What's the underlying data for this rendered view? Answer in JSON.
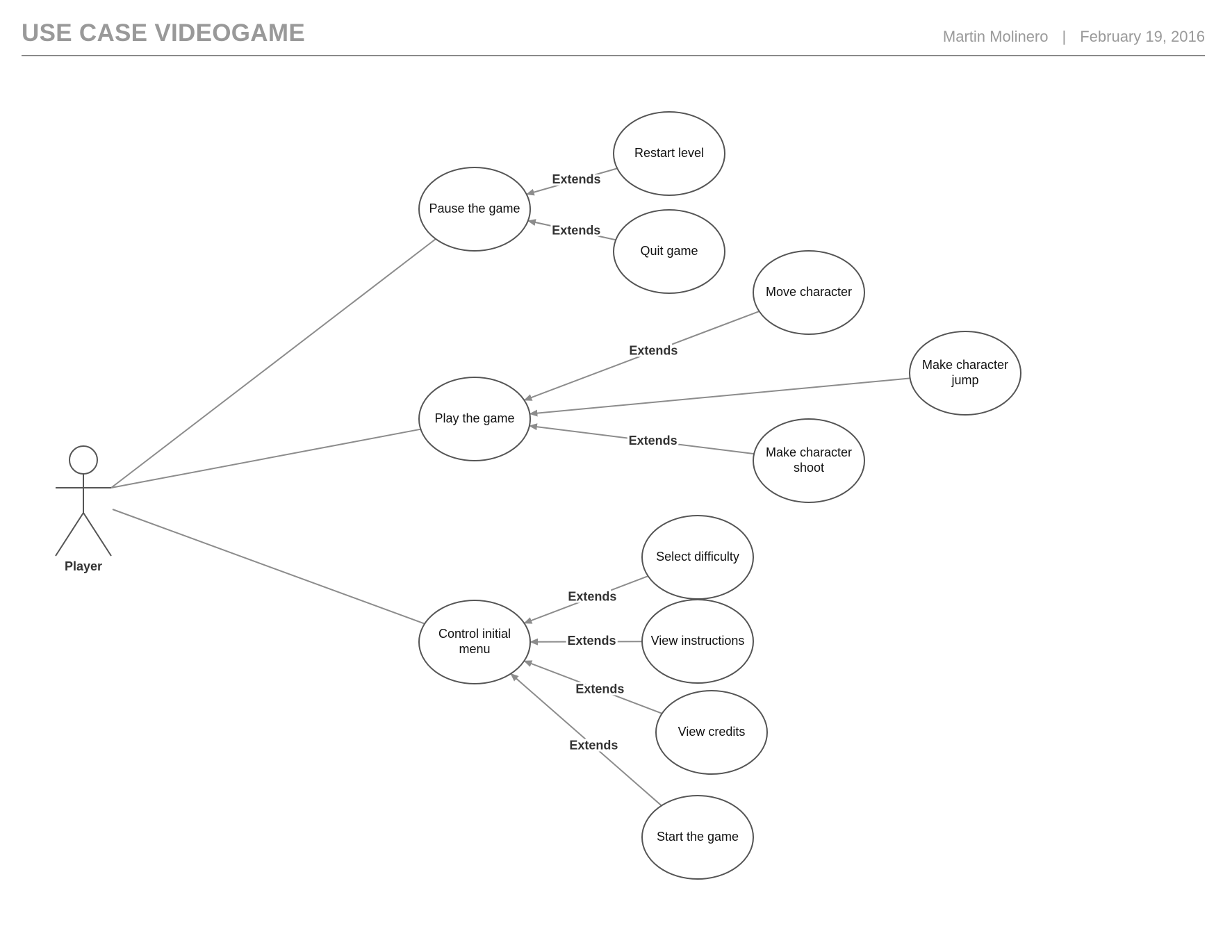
{
  "header": {
    "title": "USE CASE VIDEOGAME",
    "author": "Martin Molinero",
    "separator": "|",
    "date": "February 19, 2016"
  },
  "actor": {
    "label": "Player"
  },
  "use_cases": {
    "pause": [
      "Pause the game"
    ],
    "restart": [
      "Restart level"
    ],
    "quit": [
      "Quit game"
    ],
    "play": [
      "Play the game"
    ],
    "move": [
      "Move character"
    ],
    "jump": [
      "Make character",
      "jump"
    ],
    "shoot": [
      "Make character",
      "shoot"
    ],
    "menu": [
      "Control initial",
      "menu"
    ],
    "difficulty": [
      "Select difficulty"
    ],
    "instructions": [
      "View instructions"
    ],
    "credits": [
      "View credits"
    ],
    "start": [
      "Start the game"
    ]
  },
  "relations": {
    "associations": [
      {
        "from": "player",
        "to": "pause"
      },
      {
        "from": "player",
        "to": "play"
      },
      {
        "from": "player",
        "to": "menu"
      }
    ],
    "extends": [
      {
        "from": "restart",
        "to": "pause",
        "label": "Extends"
      },
      {
        "from": "quit",
        "to": "pause",
        "label": "Extends"
      },
      {
        "from": "move",
        "to": "play",
        "label": "Extends"
      },
      {
        "from": "jump",
        "to": "play",
        "label": ""
      },
      {
        "from": "shoot",
        "to": "play",
        "label": "Extends"
      },
      {
        "from": "difficulty",
        "to": "menu",
        "label": "Extends"
      },
      {
        "from": "instructions",
        "to": "menu",
        "label": "Extends"
      },
      {
        "from": "credits",
        "to": "menu",
        "label": "Extends"
      },
      {
        "from": "start",
        "to": "menu",
        "label": "Extends"
      }
    ]
  },
  "colors": {
    "line": "#8c8c8c",
    "ellipse_stroke": "#555555",
    "header_text": "#999999"
  }
}
